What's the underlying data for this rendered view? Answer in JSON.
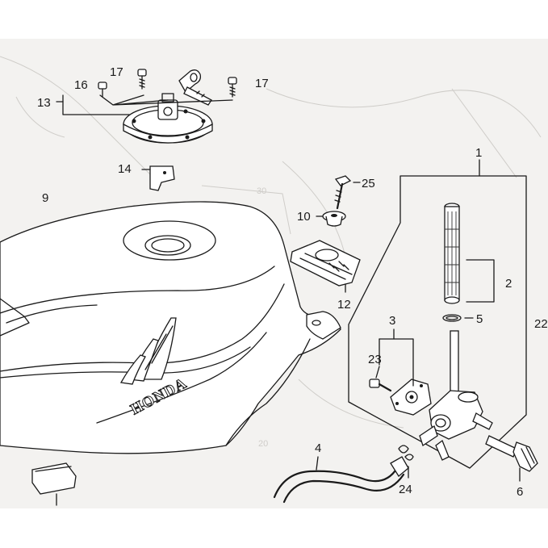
{
  "callouts": {
    "c1": "1",
    "c2": "2",
    "c3": "3",
    "c4": "4",
    "c5": "5",
    "c6": "6",
    "c9": "9",
    "c10": "10",
    "c12": "12",
    "c13": "13",
    "c14": "14",
    "c16": "16",
    "c17a": "17",
    "c17b": "17",
    "c22": "22",
    "c23": "23",
    "c24": "24",
    "c25": "25"
  },
  "tank_brand": "HONDA",
  "colors": {
    "paper": "#f3f2f0",
    "ink": "#1a1a1a",
    "ghost": "#cfcdc9"
  }
}
